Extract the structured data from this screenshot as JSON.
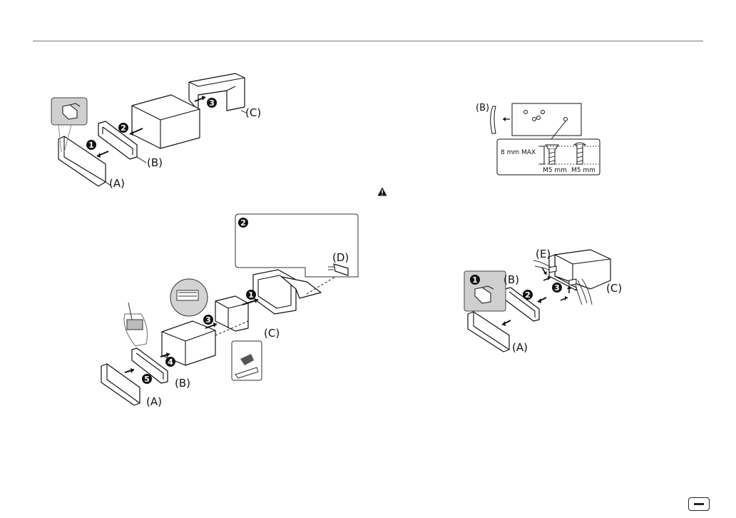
{
  "figures": {
    "remove_unit": {
      "labels": {
        "a": "(A)",
        "b": "(B)",
        "c": "(C)"
      },
      "steps": [
        "1",
        "2",
        "3"
      ]
    },
    "install_unit": {
      "callout_step": "2",
      "labels": {
        "a": "(A)",
        "b": "(B)",
        "c": "(C)",
        "d": "(D)"
      },
      "steps": [
        "1",
        "3",
        "4",
        "5"
      ]
    },
    "screw_detail": {
      "labels": {
        "b": "(B)"
      },
      "depth_text": "8 mm MAX",
      "screw_left": "M5 mm",
      "screw_right": "M5 mm"
    },
    "remove_with_tools": {
      "labels": {
        "a": "(A)",
        "b": "(B)",
        "c": "(C)",
        "e": "(E)"
      },
      "steps": [
        "1",
        "2",
        "3"
      ]
    }
  },
  "icons": {
    "warning": "warning-triangle-icon",
    "page_badge": "language-badge-icon",
    "hand": "hand-press-icon"
  }
}
